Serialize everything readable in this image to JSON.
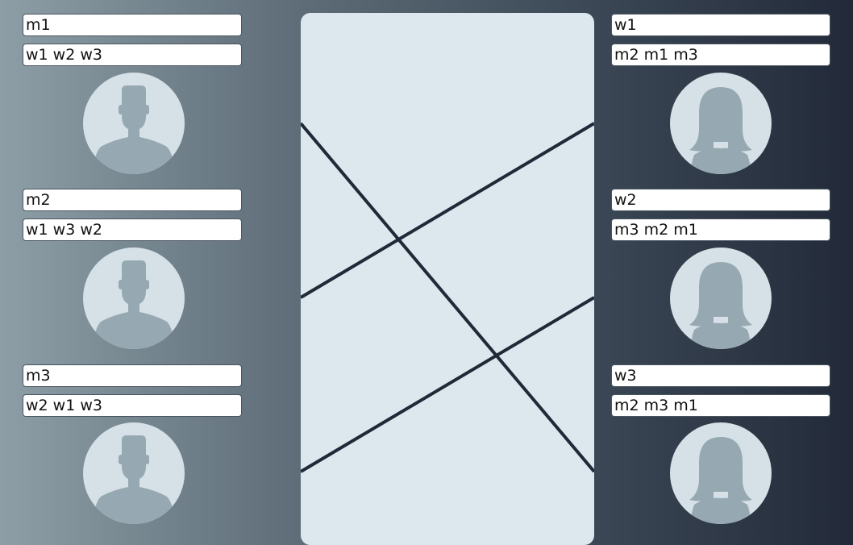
{
  "men": [
    {
      "name": "m1",
      "preferences": "w1 w2 w3",
      "icon": "man-avatar-icon"
    },
    {
      "name": "m2",
      "preferences": "w1 w3 w2",
      "icon": "man-avatar-icon"
    },
    {
      "name": "m3",
      "preferences": "w2 w1 w3",
      "icon": "man-avatar-icon"
    }
  ],
  "women": [
    {
      "name": "w1",
      "preferences": "m2 m1 m3",
      "icon": "woman-avatar-icon"
    },
    {
      "name": "w2",
      "preferences": "m3 m2 m1",
      "icon": "woman-avatar-icon"
    },
    {
      "name": "w3",
      "preferences": "m2 m3 m1",
      "icon": "woman-avatar-icon"
    }
  ],
  "matches": [
    {
      "man": "m1",
      "woman": "w3"
    },
    {
      "man": "m2",
      "woman": "w1"
    },
    {
      "man": "m3",
      "woman": "w2"
    }
  ],
  "colors": {
    "avatar_bg": "#d6e1e7",
    "avatar_figure": "#96a9b2",
    "panel": "#dde7ee",
    "match_line": "#1f2937"
  }
}
